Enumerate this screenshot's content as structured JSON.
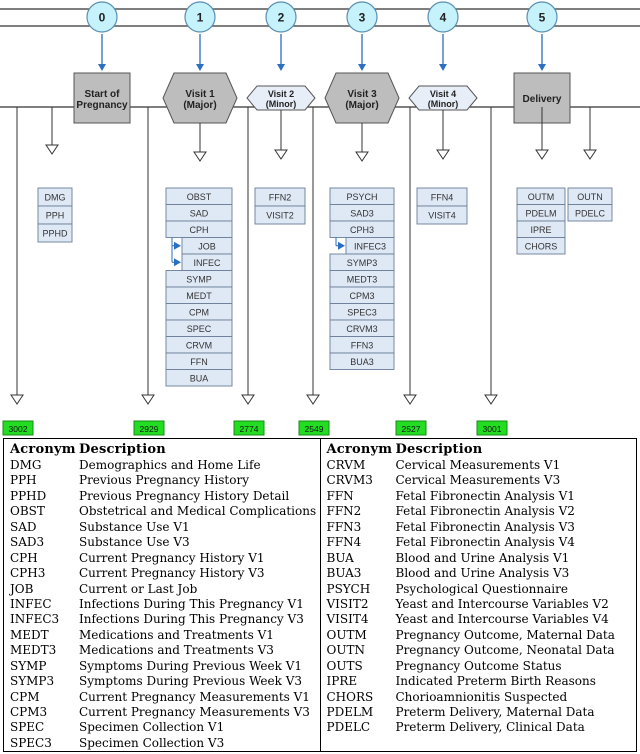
{
  "timeline": {
    "milestones": [
      {
        "num": "0",
        "label": [
          "Start of",
          "Pregnancy"
        ]
      },
      {
        "num": "1",
        "label": [
          "Visit 1",
          "(Major)"
        ]
      },
      {
        "num": "2",
        "label": [
          "Visit 2",
          "(Minor)"
        ]
      },
      {
        "num": "3",
        "label": [
          "Visit 3",
          "(Major)"
        ]
      },
      {
        "num": "4",
        "label": [
          "Visit 4",
          "(Minor)"
        ]
      },
      {
        "num": "5",
        "label": [
          "Delivery"
        ]
      }
    ],
    "counts": [
      "3002",
      "2929",
      "2774",
      "2549",
      "2527",
      "3001"
    ],
    "forms": {
      "start": [
        "DMG",
        "PPH",
        "PPHD"
      ],
      "visit1_a": [
        "OBST",
        "SAD",
        "CPH"
      ],
      "visit1_sub": [
        "JOB",
        "INFEC"
      ],
      "visit1_b": [
        "SYMP",
        "MEDT",
        "CPM",
        "SPEC",
        "CRVM",
        "FFN",
        "BUA"
      ],
      "visit2": [
        "FFN2",
        "VISIT2"
      ],
      "visit3_a": [
        "PSYCH",
        "SAD3",
        "CPH3"
      ],
      "visit3_sub": [
        "INFEC3"
      ],
      "visit3_b": [
        "SYMP3",
        "MEDT3",
        "CPM3",
        "SPEC3",
        "CRVM3",
        "FFN3",
        "BUA3"
      ],
      "visit4": [
        "FFN4",
        "VISIT4"
      ],
      "delivery_a": [
        "OUTM",
        "PDELM",
        "IPRE",
        "CHORS"
      ],
      "delivery_b": [
        "OUTN",
        "PDELC"
      ]
    }
  },
  "legend": {
    "headers": {
      "acronym": "Acronym",
      "description": "Description"
    },
    "left": [
      {
        "acr": "DMG",
        "desc": "Demographics and Home Life"
      },
      {
        "acr": "PPH",
        "desc": "Previous Pregnancy History"
      },
      {
        "acr": "PPHD",
        "desc": "Previous Pregnancy History Detail"
      },
      {
        "acr": "OBST",
        "desc": "Obstetrical and Medical Complications"
      },
      {
        "acr": "SAD",
        "desc": "Substance Use V1"
      },
      {
        "acr": "SAD3",
        "desc": "Substance Use V3"
      },
      {
        "acr": "CPH",
        "desc": "Current Pregnancy History V1"
      },
      {
        "acr": "CPH3",
        "desc": "Current Pregnancy History V3"
      },
      {
        "acr": "JOB",
        "desc": "Current or Last Job"
      },
      {
        "acr": "INFEC",
        "desc": "Infections During This Pregnancy V1"
      },
      {
        "acr": "INFEC3",
        "desc": "Infections During This Pregnancy V3"
      },
      {
        "acr": "MEDT",
        "desc": "Medications and Treatments V1"
      },
      {
        "acr": "MEDT3",
        "desc": "Medications and Treatments V3"
      },
      {
        "acr": "SYMP",
        "desc": "Symptoms During Previous Week V1"
      },
      {
        "acr": "SYMP3",
        "desc": "Symptoms During Previous Week V3"
      },
      {
        "acr": "CPM",
        "desc": "Current Pregnancy Measurements V1"
      },
      {
        "acr": "CPM3",
        "desc": "Current Pregnancy Measurements V3"
      },
      {
        "acr": "SPEC",
        "desc": "Specimen Collection V1"
      },
      {
        "acr": "SPEC3",
        "desc": "Specimen Collection V3"
      }
    ],
    "right": [
      {
        "acr": "CRVM",
        "desc": "Cervical Measurements V1"
      },
      {
        "acr": "CRVM3",
        "desc": "Cervical Measurements V3"
      },
      {
        "acr": "FFN",
        "desc": "Fetal Fibronectin Analysis V1"
      },
      {
        "acr": "FFN2",
        "desc": "Fetal Fibronectin Analysis V2"
      },
      {
        "acr": "FFN3",
        "desc": "Fetal Fibronectin Analysis V3"
      },
      {
        "acr": "FFN4",
        "desc": "Fetal Fibronectin Analysis V4"
      },
      {
        "acr": "BUA",
        "desc": "Blood and Urine Analysis V1"
      },
      {
        "acr": "BUA3",
        "desc": "Blood and Urine Analysis V3"
      },
      {
        "acr": "PSYCH",
        "desc": "Psychological Questionnaire"
      },
      {
        "acr": "VISIT2",
        "desc": "Yeast and Intercourse Variables V2"
      },
      {
        "acr": "VISIT4",
        "desc": "Yeast and Intercourse Variables V4"
      },
      {
        "acr": "OUTM",
        "desc": "Pregnancy Outcome, Maternal Data"
      },
      {
        "acr": "OUTN",
        "desc": "Pregnancy Outcome, Neonatal Data"
      },
      {
        "acr": "OUTS",
        "desc": "Pregnancy Outcome Status"
      },
      {
        "acr": "IPRE",
        "desc": "Indicated Preterm Birth Reasons"
      },
      {
        "acr": "CHORS",
        "desc": "Chorioamnionitis Suspected"
      },
      {
        "acr": "PDELM",
        "desc": "Preterm Delivery, Maternal Data"
      },
      {
        "acr": "PDELC",
        "desc": "Preterm Delivery, Clinical Data"
      }
    ]
  },
  "colors": {
    "circle_fill": "#c6f2fb",
    "circle_stroke": "#5a8fb0",
    "shape_fill": "#bdbdbd",
    "minor_fill": "#e8eef8",
    "form_fill": "#dfe8f5",
    "form_stroke": "#6a7d98",
    "count_fill": "#22dd22",
    "arrow": "#2a6fc0"
  }
}
